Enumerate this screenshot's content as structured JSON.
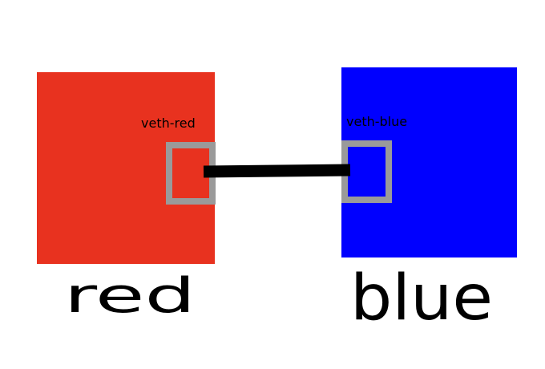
{
  "namespaces": [
    {
      "id": "red",
      "label": "red",
      "color": "#e8321f"
    },
    {
      "id": "blue",
      "label": "blue",
      "color": "#0000ff"
    }
  ],
  "interfaces": [
    {
      "id": "veth-red",
      "label": "veth-red",
      "namespace": "red",
      "border_color": "#9a9a9a"
    },
    {
      "id": "veth-blue",
      "label": "veth-blue",
      "namespace": "blue",
      "border_color": "#9a9a9a"
    }
  ],
  "link": {
    "from": "veth-red",
    "to": "veth-blue",
    "color": "#000000"
  }
}
